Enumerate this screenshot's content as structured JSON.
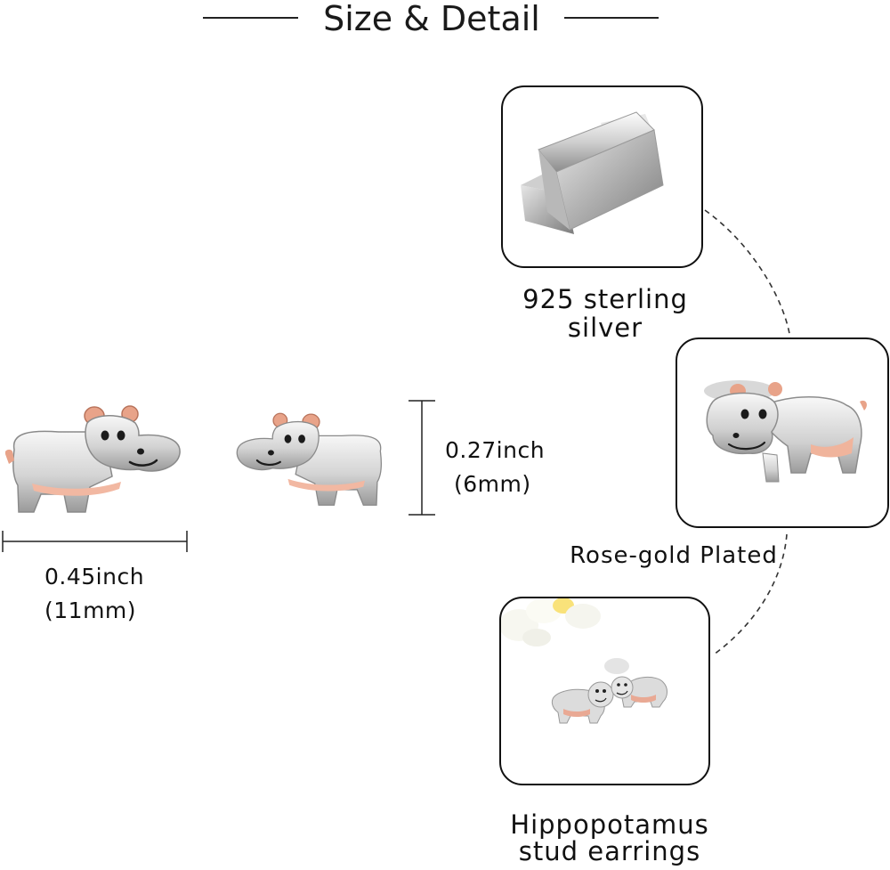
{
  "header": {
    "title": "Size & Detail"
  },
  "dimensions": {
    "height_inch": "0.27inch",
    "height_mm": "(6mm)",
    "width_inch": "0.45inch",
    "width_mm": "(11mm)"
  },
  "details": [
    {
      "label": "925 sterling silver",
      "icon": "silver-bar-icon"
    },
    {
      "label": "Rose-gold Plated",
      "icon": "hippo-earring-closeup"
    },
    {
      "label_line1": "Hippopotamus",
      "label_line2": "stud earrings",
      "icon": "earrings-pair-photo"
    }
  ],
  "colors": {
    "line": "#222222",
    "silver": "#d9d9d9",
    "rose_gold": "#f2b8a2"
  }
}
